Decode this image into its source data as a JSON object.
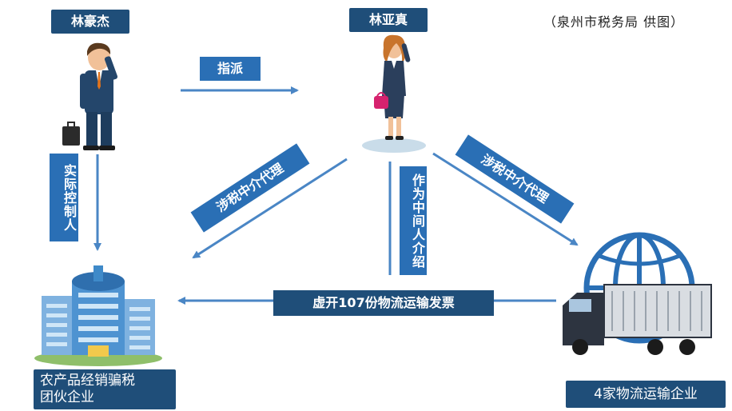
{
  "credit": "（泉州市税务局 供图）",
  "nodes": {
    "person_left": "林豪杰",
    "person_top": "林亚真",
    "company_left": "农产品经销骗税\n团伙企业",
    "company_right": "4家物流运输企业"
  },
  "edges": {
    "assign": "指派",
    "actual_controller": "实际控制人",
    "agent_left": "涉税中介代理",
    "agent_right": "涉税中介代理",
    "intermediary": "作为中间人介绍",
    "invoice": "虚开107份物流运输发票"
  },
  "colors": {
    "arrow": "#4a86c5",
    "label_bg": "#2a6fb5",
    "tag_bg": "#1f4e79"
  }
}
